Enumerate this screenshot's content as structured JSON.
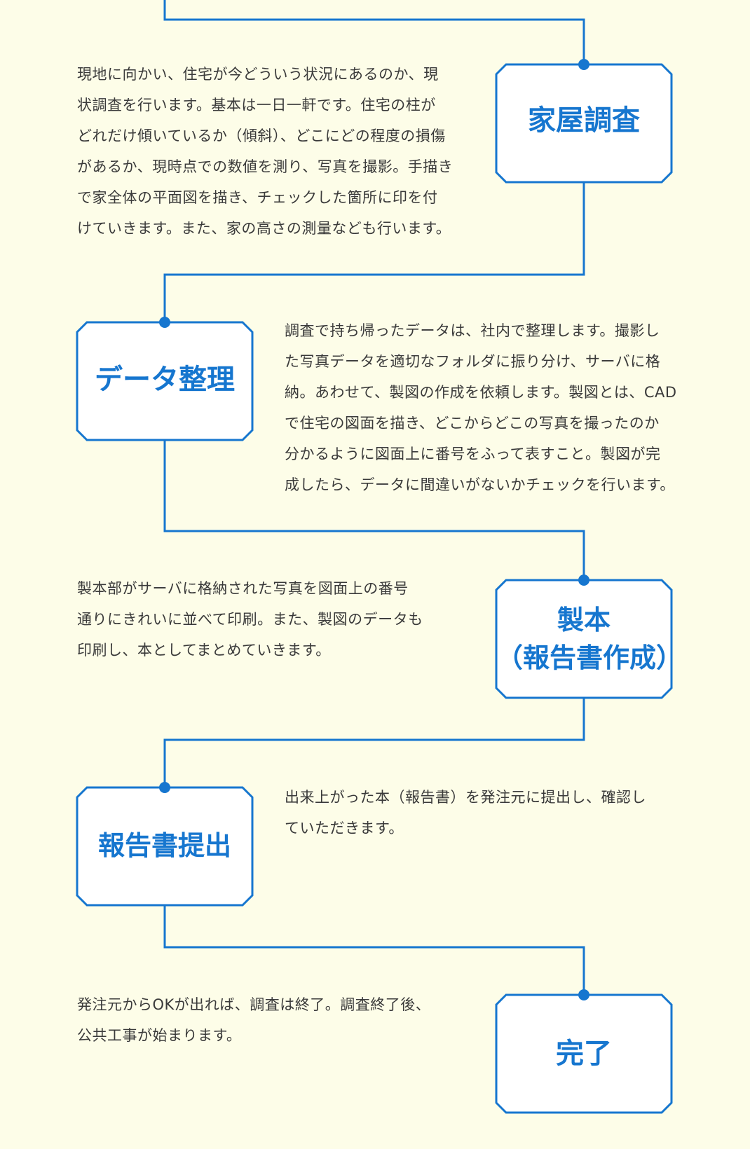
{
  "colors": {
    "background": "#fdfde8",
    "accent": "#1676cf",
    "text": "#3a3a3a",
    "box_fill": "#ffffff"
  },
  "steps": [
    {
      "title_lines": [
        "家屋調査"
      ],
      "description_lines": [
        "現地に向かい、住宅が今どういう状況にあるのか、現",
        "状調査を行います。基本は一日一軒です。住宅の柱が",
        "どれだけ傾いているか（傾斜）、どこにどの程度の損傷",
        "があるか、現時点での数値を測り、写真を撮影。手描き",
        "で家全体の平面図を描き、チェックした箇所に印を付",
        "けていきます。また、家の高さの測量なども行います。"
      ]
    },
    {
      "title_lines": [
        "データ整理"
      ],
      "description_lines": [
        "調査で持ち帰ったデータは、社内で整理します。撮影し",
        "た写真データを適切なフォルダに振り分け、サーバに格",
        "納。あわせて、製図の作成を依頼します。製図とは、CAD",
        "で住宅の図面を描き、どこからどこの写真を撮ったのか",
        "分かるように図面上に番号をふって表すこと。製図が完",
        "成したら、データに間違いがないかチェックを行います。"
      ]
    },
    {
      "title_lines": [
        "製本",
        "（報告書作成）"
      ],
      "description_lines": [
        "製本部がサーバに格納された写真を図面上の番号",
        "通りにきれいに並べて印刷。また、製図のデータも",
        "印刷し、本としてまとめていきます。"
      ]
    },
    {
      "title_lines": [
        "報告書提出"
      ],
      "description_lines": [
        "出来上がった本（報告書）を発注元に提出し、確認し",
        "ていただきます。"
      ]
    },
    {
      "title_lines": [
        "完了"
      ],
      "description_lines": [
        "発注元からOKが出れば、調査は終了。調査終了後、",
        "公共工事が始まります。"
      ]
    }
  ]
}
